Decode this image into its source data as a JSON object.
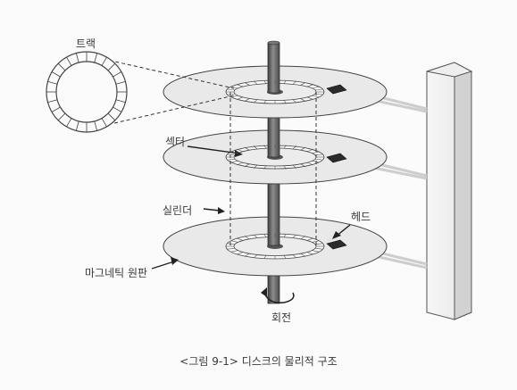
{
  "labels": {
    "track": "트랙",
    "sector": "섹터",
    "cylinder": "실린더",
    "head": "헤드",
    "platter": "마그네틱 원판",
    "rotation": "회전"
  },
  "caption": "<그림 9-1> 디스크의 물리적 구조",
  "colors": {
    "platter_fill": "#e9e9e9",
    "platter_edge": "#444444",
    "spindle_dark": "#5a5a5a",
    "spindle_light": "#b5b5b5",
    "head": "#2b2b2b",
    "arm": "#cfcfcf",
    "post_front": "#f4f4f4",
    "post_side": "#cfcfcf"
  },
  "icons": [
    "rotation-arrow-icon",
    "pointer-arrow-icon"
  ]
}
